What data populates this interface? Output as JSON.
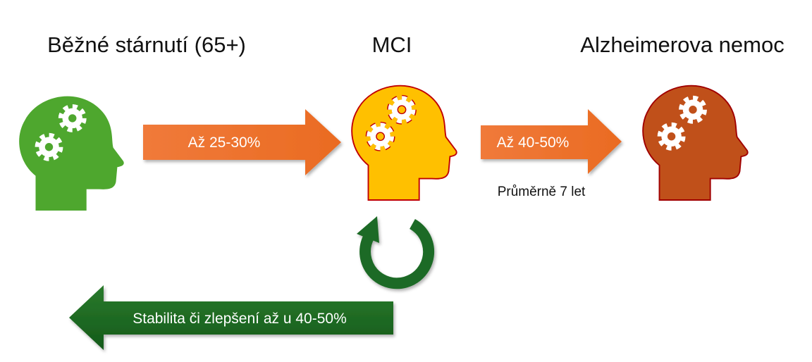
{
  "stages": [
    {
      "title": "Běžné stárnutí (65+)",
      "color": "#4ea72e",
      "icon": "head-gears-icon"
    },
    {
      "title": "MCI",
      "color": "#ffc000",
      "outline": "#c00000",
      "icon": "head-gears-icon"
    },
    {
      "title": "Alzheimerova nemoc",
      "color": "#c0501a",
      "outline": "#a00000",
      "icon": "head-gears-icon"
    }
  ],
  "arrows": {
    "normal_to_mci": {
      "label": "Až 25-30%",
      "color": "#ed7d31"
    },
    "mci_to_ad": {
      "label": "Až 40-50%",
      "color": "#ed7d31",
      "note": "Průměrně 7 let"
    },
    "mci_back": {
      "label": "Stabilita či zlepšení až u 40-50%",
      "color": "#1e6b25"
    }
  },
  "cycle": {
    "icon": "circular-arrow-icon",
    "color": "#1e6b25"
  }
}
